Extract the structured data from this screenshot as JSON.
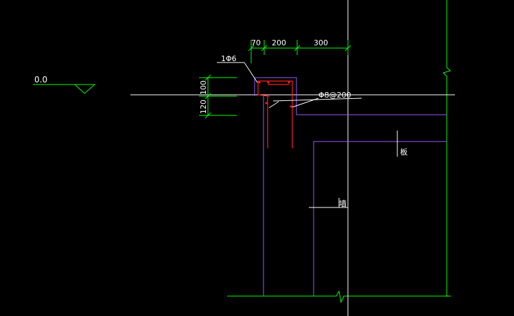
{
  "drawing": {
    "elevation_label": "0.0",
    "dim_top_1": "70",
    "dim_top_2": "200",
    "dim_top_3": "300",
    "dim_left_1": "100",
    "dim_left_2": "120",
    "rebar_label_1": "1Φ6",
    "rebar_label_2": "Φ8@200",
    "label_slab": "板",
    "label_wall": "墙"
  },
  "colors": {
    "background": "#000000",
    "dimension": "#00ff00",
    "outline": "#9b59ff",
    "rebar": "#ff2020",
    "axis": "#ffffff",
    "text": "#ffffff"
  }
}
